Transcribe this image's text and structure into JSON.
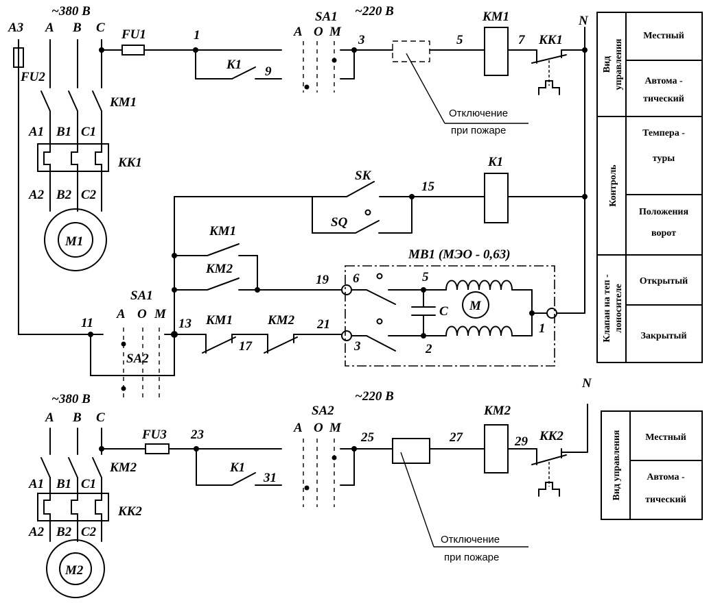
{
  "voltages": {
    "v380_top": "~380 В",
    "v220_top": "~220 В",
    "v380_bottom": "~380 В",
    "v220_bottom": "~220 В"
  },
  "phases": {
    "A3": "A3",
    "A": "A",
    "B": "B",
    "C": "C"
  },
  "components": {
    "FU1": "FU1",
    "FU2": "FU2",
    "FU3": "FU3",
    "KM1": "KM1",
    "KM2": "KM2",
    "KK1": "KK1",
    "KK2": "KK2",
    "K1": "K1",
    "SA1": "SA1",
    "SA2": "SA2",
    "SK": "SK",
    "SQ": "SQ",
    "M1": "M1",
    "M2": "M2",
    "M": "M",
    "C": "C",
    "MB1": "MB1 (МЭО - 0,63)"
  },
  "terminals": {
    "A1": "A1",
    "B1": "B1",
    "C1": "C1",
    "A2": "A2",
    "B2": "B2",
    "C2": "C2",
    "N": "N",
    "AOM_A": "A",
    "AOM_O": "O",
    "AOM_M": "M"
  },
  "nodes": [
    "1",
    "3",
    "5",
    "7",
    "9",
    "11",
    "13",
    "15",
    "17",
    "19",
    "21",
    "23",
    "25",
    "27",
    "29",
    "31",
    "6",
    "5",
    "3",
    "2",
    "1"
  ],
  "notes": {
    "fire_off_top": [
      "Отключение",
      "при пожаре"
    ],
    "fire_off_bottom": [
      "Отключение",
      "при пожаре"
    ]
  },
  "table_top": {
    "groups": [
      {
        "header": [
          "Вид",
          "управления"
        ],
        "rows": [
          [
            "Местный"
          ],
          [
            "Автома -",
            "тический"
          ]
        ]
      },
      {
        "header": [
          "Контроль"
        ],
        "rows": [
          [
            "Темпера -",
            "туры"
          ],
          [
            "Положения",
            "ворот"
          ]
        ]
      },
      {
        "header": [
          "Клапан на теп -",
          "лоносителе"
        ],
        "rows": [
          [
            "Открытый"
          ],
          [
            "Закрытый"
          ]
        ]
      }
    ]
  },
  "table_bottom": {
    "header": [
      "Вид управления"
    ],
    "rows": [
      [
        "Местный"
      ],
      [
        "Автома -",
        "тический"
      ]
    ]
  }
}
